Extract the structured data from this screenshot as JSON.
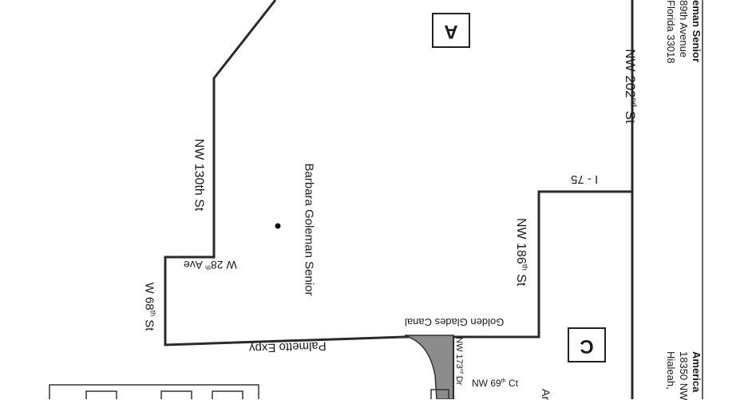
{
  "zones": {
    "a": "A",
    "c": "C"
  },
  "roads": {
    "nw_202": {
      "base": "NW 202",
      "sup": "nd",
      "suffix": " St"
    },
    "i75": "I - 75",
    "nw_130th": "NW 130th St",
    "nw_186": {
      "base": "NW 186",
      "sup": "th",
      "suffix": " St"
    },
    "w_28": {
      "base": "W 28",
      "sup": "th",
      "suffix": " Ave"
    },
    "w_68": {
      "base": "W 68",
      "sup": "th",
      "suffix": " St"
    },
    "golden_glades": "Golden Glades Canal",
    "palmetto": "Palmetto Expy",
    "nw_173": {
      "base": "NW 173",
      "sup": "rd",
      "suffix": " Dr"
    },
    "nw_69": {
      "base": "NW 69",
      "sup": "th",
      "suffix": " Ct"
    }
  },
  "school_marker": "Barbara Goleman Senior",
  "info_panel": {
    "school_a": [
      "eman Senior",
      "89th Avenue",
      "Florida 33018"
    ],
    "school_c": [
      "America",
      "18350 NW",
      "Hialeah,"
    ]
  },
  "partial_label": "Ar",
  "colors": {
    "boundary": "#2a2a2a",
    "shaded": "#8c8c8c"
  }
}
